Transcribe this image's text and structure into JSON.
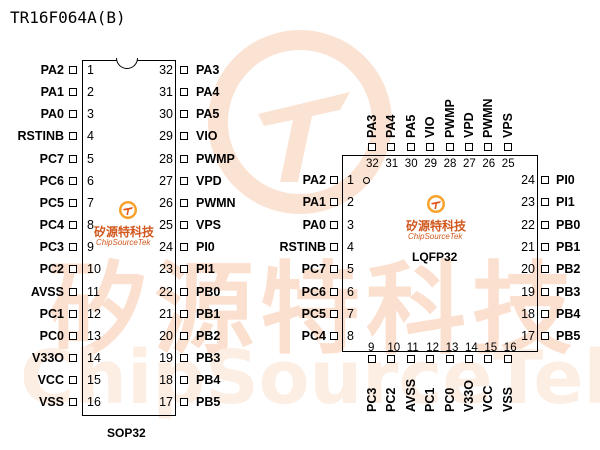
{
  "title": "TR16F064A(B)",
  "watermark": {
    "cn": "矽源特科技",
    "en": "ChipSourceTek"
  },
  "brand": {
    "cn": "矽源特科技",
    "en": "ChipSourceTek",
    "color": "#d2571c"
  },
  "sop": {
    "package": "SOP32",
    "left": [
      {
        "num": "1",
        "name": "PA2"
      },
      {
        "num": "2",
        "name": "PA1"
      },
      {
        "num": "3",
        "name": "PA0"
      },
      {
        "num": "4",
        "name": "RSTINB"
      },
      {
        "num": "5",
        "name": "PC7"
      },
      {
        "num": "6",
        "name": "PC6"
      },
      {
        "num": "7",
        "name": "PC5"
      },
      {
        "num": "8",
        "name": "PC4"
      },
      {
        "num": "9",
        "name": "PC3"
      },
      {
        "num": "10",
        "name": "PC2"
      },
      {
        "num": "11",
        "name": "AVSS"
      },
      {
        "num": "12",
        "name": "PC1"
      },
      {
        "num": "13",
        "name": "PC0"
      },
      {
        "num": "14",
        "name": "V33O"
      },
      {
        "num": "15",
        "name": "VCC"
      },
      {
        "num": "16",
        "name": "VSS"
      }
    ],
    "right": [
      {
        "num": "32",
        "name": "PA3"
      },
      {
        "num": "31",
        "name": "PA4"
      },
      {
        "num": "30",
        "name": "PA5"
      },
      {
        "num": "29",
        "name": "VIO"
      },
      {
        "num": "28",
        "name": "PWMP"
      },
      {
        "num": "27",
        "name": "VPD"
      },
      {
        "num": "26",
        "name": "PWMN"
      },
      {
        "num": "25",
        "name": "VPS"
      },
      {
        "num": "24",
        "name": "PI0"
      },
      {
        "num": "23",
        "name": "PI1"
      },
      {
        "num": "22",
        "name": "PB0"
      },
      {
        "num": "21",
        "name": "PB1"
      },
      {
        "num": "20",
        "name": "PB2"
      },
      {
        "num": "19",
        "name": "PB3"
      },
      {
        "num": "18",
        "name": "PB4"
      },
      {
        "num": "17",
        "name": "PB5"
      }
    ]
  },
  "lqfp": {
    "package": "LQFP32",
    "top": [
      {
        "num": "32",
        "name": "PA3"
      },
      {
        "num": "31",
        "name": "PA4"
      },
      {
        "num": "30",
        "name": "PA5"
      },
      {
        "num": "29",
        "name": "VIO"
      },
      {
        "num": "28",
        "name": "PWMP"
      },
      {
        "num": "27",
        "name": "VPD"
      },
      {
        "num": "26",
        "name": "PWMN"
      },
      {
        "num": "25",
        "name": "VPS"
      }
    ],
    "left": [
      {
        "num": "1",
        "name": "PA2"
      },
      {
        "num": "2",
        "name": "PA1"
      },
      {
        "num": "3",
        "name": "PA0"
      },
      {
        "num": "4",
        "name": "RSTINB"
      },
      {
        "num": "5",
        "name": "PC7"
      },
      {
        "num": "6",
        "name": "PC6"
      },
      {
        "num": "7",
        "name": "PC5"
      },
      {
        "num": "8",
        "name": "PC4"
      }
    ],
    "right": [
      {
        "num": "24",
        "name": "PI0"
      },
      {
        "num": "23",
        "name": "PI1"
      },
      {
        "num": "22",
        "name": "PB0"
      },
      {
        "num": "21",
        "name": "PB1"
      },
      {
        "num": "20",
        "name": "PB2"
      },
      {
        "num": "19",
        "name": "PB3"
      },
      {
        "num": "18",
        "name": "PB4"
      },
      {
        "num": "17",
        "name": "PB5"
      }
    ],
    "bottom": [
      {
        "num": "9",
        "name": "PC3"
      },
      {
        "num": "10",
        "name": "PC2"
      },
      {
        "num": "11",
        "name": "AVSS"
      },
      {
        "num": "12",
        "name": "PC1"
      },
      {
        "num": "13",
        "name": "PC0"
      },
      {
        "num": "14",
        "name": "V33O"
      },
      {
        "num": "15",
        "name": "VCC"
      },
      {
        "num": "16",
        "name": "VSS"
      }
    ]
  }
}
